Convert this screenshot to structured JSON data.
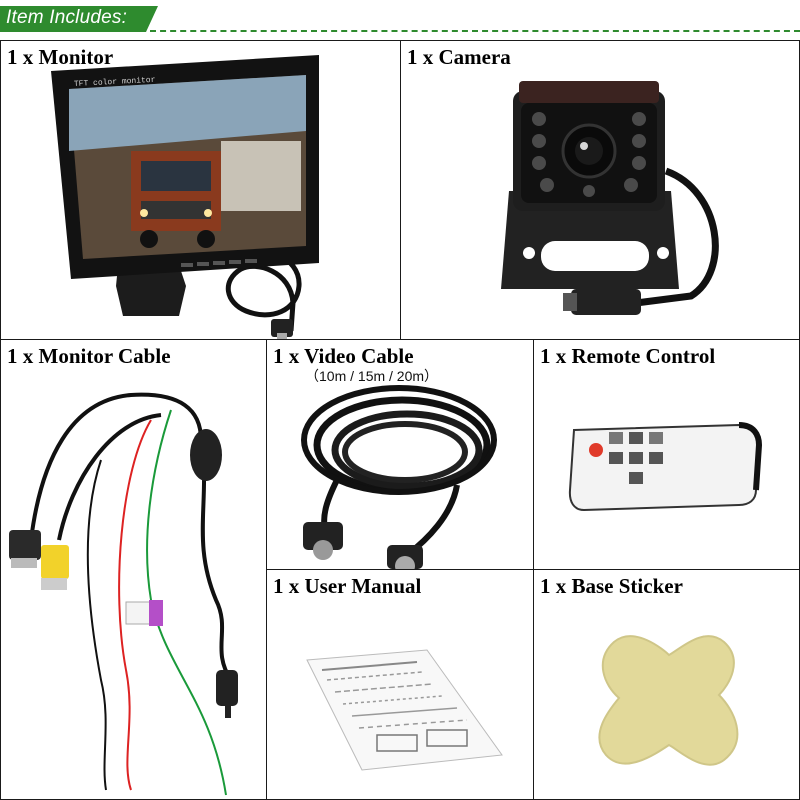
{
  "banner": {
    "title": "Item Includes:"
  },
  "items": [
    {
      "id": "monitor",
      "label": "1 x Monitor",
      "screen_caption": "TFT color monitor"
    },
    {
      "id": "camera",
      "label": "1 x Camera"
    },
    {
      "id": "monitor-cable",
      "label": "1 x Monitor Cable"
    },
    {
      "id": "video-cable",
      "label": "1 x Video Cable",
      "sublabel": "（10m / 15m / 20m）"
    },
    {
      "id": "remote-control",
      "label": "1 x Remote Control"
    },
    {
      "id": "user-manual",
      "label": "1 x User Manual"
    },
    {
      "id": "base-sticker",
      "label": "1 x Base Sticker"
    }
  ],
  "colors": {
    "banner_green": "#2e8b2e",
    "border": "#1a1a1a",
    "sticker": "#e2d99a"
  }
}
